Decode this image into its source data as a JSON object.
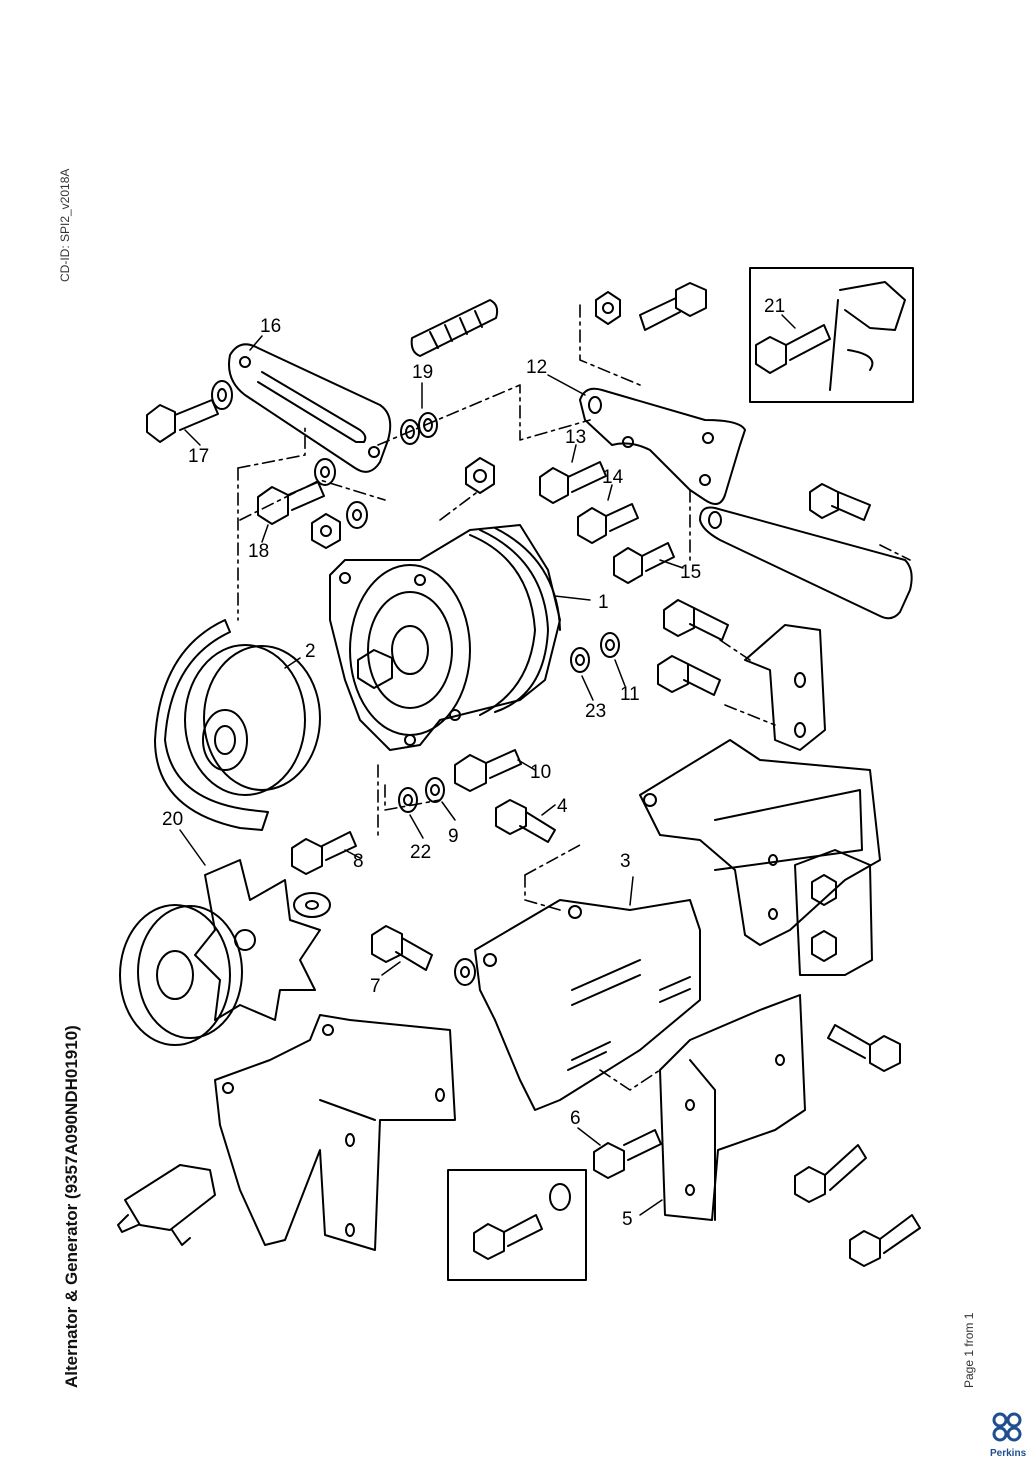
{
  "header": {
    "cd_id": "CD-ID: SPI2_v2018A"
  },
  "title": "Alternator & Generator (9357A090NDH01910)",
  "footer": {
    "page_info": "Page 1 from 1",
    "brand": "Perkins",
    "brand_color": "#1f4f8f"
  },
  "callouts": {
    "c1": "1",
    "c2": "2",
    "c3": "3",
    "c4": "4",
    "c5": "5",
    "c6": "6",
    "c7": "7",
    "c8": "8",
    "c9": "9",
    "c10": "10",
    "c11": "11",
    "c12": "12",
    "c13": "13",
    "c14": "14",
    "c15": "15",
    "c16": "16",
    "c17": "17",
    "c18": "18",
    "c19": "19",
    "c20": "20",
    "c21": "21",
    "c22": "22",
    "c23": "23"
  }
}
